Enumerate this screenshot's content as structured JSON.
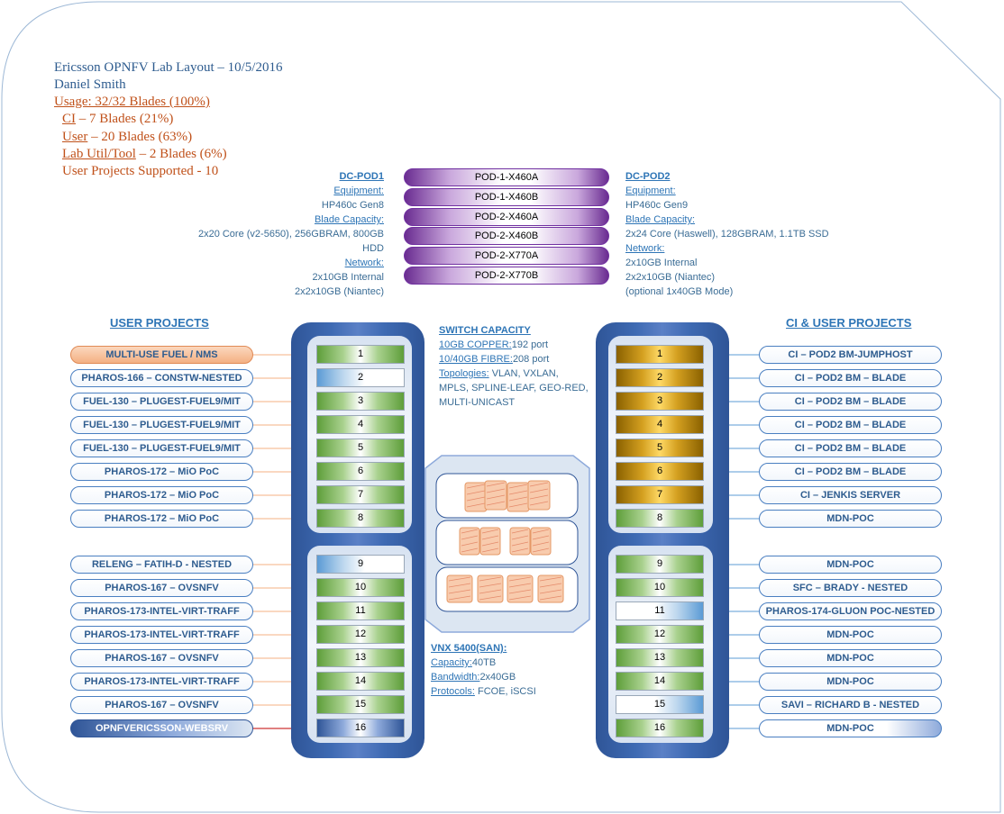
{
  "header": {
    "title": "Ericsson OPNFV Lab Layout – 10/5/2016",
    "author": "Daniel Smith",
    "usage": "Usage: 32/32 Blades (100%)",
    "ci_label": "CI",
    "ci_rest": " – 7 Blades (21%)",
    "user_label": "User",
    "user_rest": " – 20 Blades (63%)",
    "lab_label": "Lab Util/Tool",
    "lab_rest": " – 2 Blades (6%)",
    "projects_supported": "User Projects Supported - 10"
  },
  "pods": [
    "POD-1-X460A",
    "POD-1-X460B",
    "POD-2-X460A",
    "POD-2-X460B",
    "POD-2-X770A",
    "POD-2-X770B"
  ],
  "dc_pod1": {
    "title": "DC-POD1",
    "equipment_label": "Equipment:",
    "equipment": "HP460c Gen8",
    "capacity_label": "Blade Capacity:",
    "capacity_line1": "2x20 Core (v2-5650), 256GBRAM, 800GB",
    "capacity_line2": "HDD",
    "network_label": "Network:",
    "network_line1": "2x10GB Internal",
    "network_line2": "2x2x10GB (Niantec)"
  },
  "dc_pod2": {
    "title": "DC-POD2",
    "equipment_label": "Equipment:",
    "equipment": "HP460c Gen9",
    "capacity_label": "Blade Capacity:",
    "capacity_line1": "2x24 Core (Haswell), 128GBRAM, 1.1TB SSD",
    "network_label": "Network:",
    "network_line1": "2x10GB Internal",
    "network_line2": "2x2x10GB (Niantec)",
    "network_line3": "(optional 1x40GB Mode)"
  },
  "left_title": "USER PROJECTS",
  "right_title": "CI & USER PROJECTS",
  "left_projects": [
    "MULTI-USE FUEL / NMS",
    "PHAROS-166 – CONSTW-NESTED",
    "FUEL-130 – PLUGEST-FUEL9/MIT",
    "FUEL-130 – PLUGEST-FUEL9/MIT",
    "FUEL-130 – PLUGEST-FUEL9/MIT",
    "PHAROS-172 – MiO PoC",
    "PHAROS-172 – MiO PoC",
    "PHAROS-172 – MiO PoC",
    "RELENG – FATIH-D - NESTED",
    "PHAROS-167 – OVSNFV",
    "PHAROS-173-INTEL-VIRT-TRAFF",
    "PHAROS-173-INTEL-VIRT-TRAFF",
    "PHAROS-167 – OVSNFV",
    "PHAROS-173-INTEL-VIRT-TRAFF",
    "PHAROS-167 – OVSNFV",
    "OPNFVERICSSON-WEBSRV"
  ],
  "right_projects": [
    "CI – POD2 BM-JUMPHOST",
    "CI – POD2 BM – BLADE",
    "CI – POD2 BM – BLADE",
    "CI – POD2 BM – BLADE",
    "CI – POD2 BM – BLADE",
    "CI – POD2 BM – BLADE",
    "CI – JENKIS SERVER",
    "MDN-POC",
    "MDN-POC",
    "SFC – BRADY - NESTED",
    "PHAROS-174-GLUON POC-NESTED",
    "MDN-POC",
    "MDN-POC",
    "MDN-POC",
    "SAVI – RICHARD B - NESTED",
    "MDN-POC"
  ],
  "blade_numbers": [
    "1",
    "2",
    "3",
    "4",
    "5",
    "6",
    "7",
    "8",
    "9",
    "10",
    "11",
    "12",
    "13",
    "14",
    "15",
    "16"
  ],
  "switch": {
    "title": "SWITCH CAPACITY",
    "copper_label": "10GB COPPER:",
    "copper_value": "192 port",
    "fibre_label": "10/40GB FIBRE:",
    "fibre_value": "208 port",
    "topo_label": "Topologies:",
    "topo_line1": " VLAN, VXLAN,",
    "topo_line2": "MPLS, SPLINE-LEAF, GEO-RED,",
    "topo_line3": "MULTI-UNICAST"
  },
  "vnx": {
    "title": "VNX 5400(SAN):",
    "capacity_label": "Capacity:",
    "capacity_value": "40TB",
    "bandwidth_label": "Bandwidth:",
    "bandwidth_value": "2x40GB",
    "protocols_label": "Protocols:",
    "protocols_value": " FCOE, iSCSI"
  },
  "colors": {
    "accent_blue": "#2e75b6",
    "orange": "#c0511a",
    "chassis": "#2f5597",
    "ci_gold": "#d4a020",
    "user_green": "#a9d18e",
    "pod_purple": "#7030a0",
    "arrow_red": "#c00000"
  }
}
